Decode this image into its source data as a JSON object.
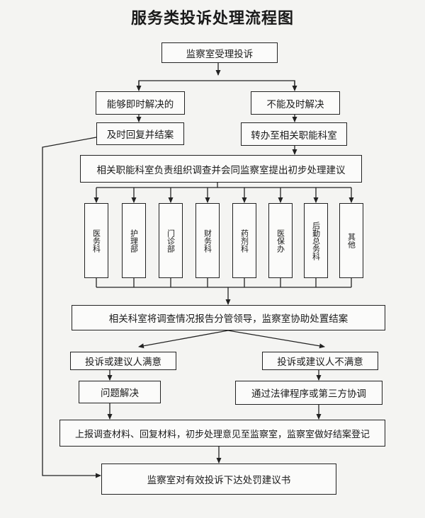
{
  "title": "服务类投诉处理流程图",
  "nodes": {
    "receive": "监察室受理投诉",
    "can_resolve": "能够即时解决的",
    "cannot_resolve": "不能及时解决",
    "reply_close": "及时回复并结案",
    "transfer": "转办至相关职能科室",
    "investigate": "相关职能科室负责组织调查并会同监察室提出初步处理建议",
    "report": "相关科室将调查情况报告分管领导，监察室协助处置结案",
    "satisfied": "投诉或建议人满意",
    "unsatisfied": "投诉或建议人不满意",
    "solved": "问题解决",
    "legal": "通过法律程序或第三方协调",
    "submit": "上报调查材料、回复材料，初步处理意见至监察室，监察室做好结案登记",
    "final": "监察室对有效投诉下达处罚建议书"
  },
  "departments": [
    "医务科",
    "护理部",
    "门诊部",
    "财务科",
    "药剂科",
    "医保办",
    "后勤总务科",
    "其他"
  ]
}
